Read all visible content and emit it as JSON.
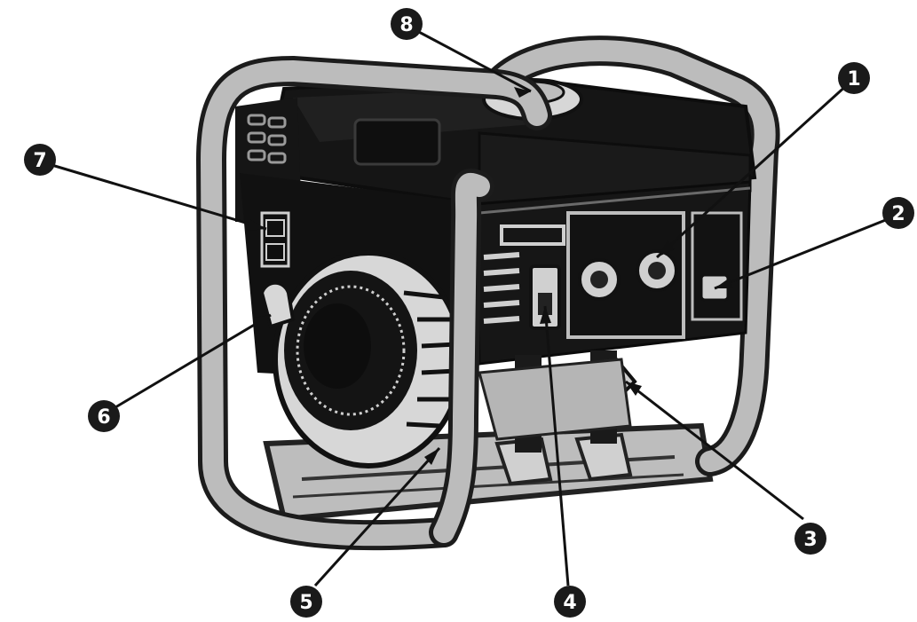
{
  "callouts": [
    {
      "id": "callout-1",
      "label": "1"
    },
    {
      "id": "callout-2",
      "label": "2"
    },
    {
      "id": "callout-3",
      "label": "3"
    },
    {
      "id": "callout-4",
      "label": "4"
    },
    {
      "id": "callout-5",
      "label": "5"
    },
    {
      "id": "callout-6",
      "label": "6"
    },
    {
      "id": "callout-7",
      "label": "7"
    },
    {
      "id": "callout-8",
      "label": "8"
    }
  ],
  "colors": {
    "ink": "#141414",
    "frame": "#b9b9b9",
    "frame_edge": "#2a2a2a",
    "body": "#161616",
    "light": "#d2d2d2"
  }
}
